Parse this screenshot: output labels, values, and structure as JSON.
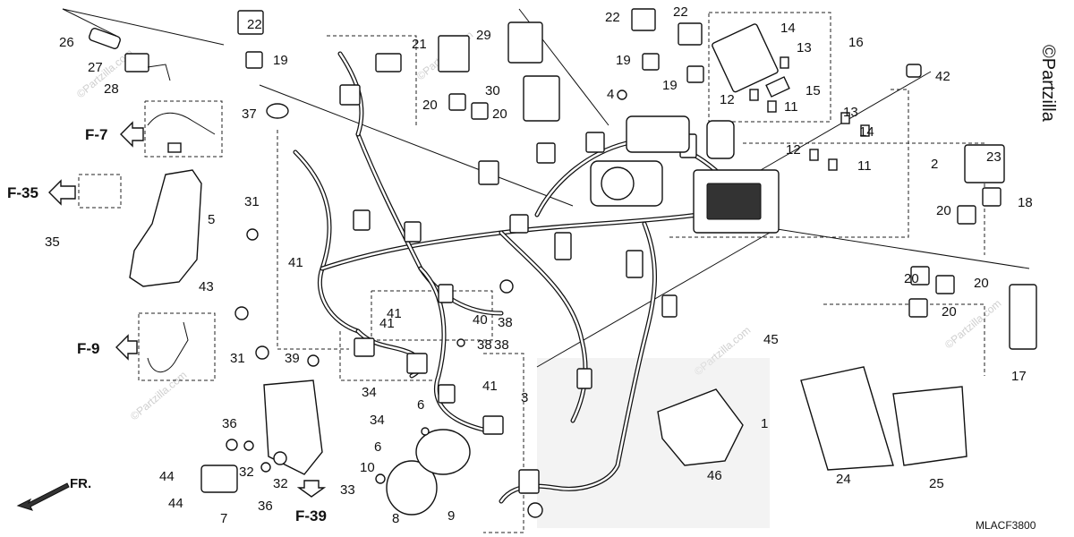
{
  "diagram": {
    "code": "MLACF3800",
    "copyright": "©Partzilla",
    "watermarks": [
      "©Partzilla.com",
      "©Partzilla.com",
      "©Partzilla.com",
      "©Partzilla.com",
      "©Partzilla.com"
    ],
    "front_indicator": "FR.",
    "refs": [
      "F-7",
      "F-35",
      "F-9",
      "F-39"
    ],
    "callouts": [
      "26",
      "27",
      "28",
      "22",
      "19",
      "21",
      "29",
      "30",
      "20",
      "20",
      "22",
      "19",
      "22",
      "19",
      "14",
      "13",
      "16",
      "12",
      "11",
      "15",
      "4",
      "42",
      "37",
      "13",
      "14",
      "12",
      "11",
      "2",
      "23",
      "18",
      "20",
      "31",
      "5",
      "35",
      "43",
      "41",
      "38",
      "41",
      "40",
      "38",
      "31",
      "39",
      "34",
      "34",
      "41",
      "3",
      "6",
      "6",
      "10",
      "33",
      "8",
      "9",
      "1",
      "46",
      "45",
      "20",
      "20",
      "20",
      "17",
      "24",
      "25",
      "36",
      "32",
      "32",
      "36",
      "44",
      "44",
      "7",
      "38",
      "41"
    ]
  }
}
